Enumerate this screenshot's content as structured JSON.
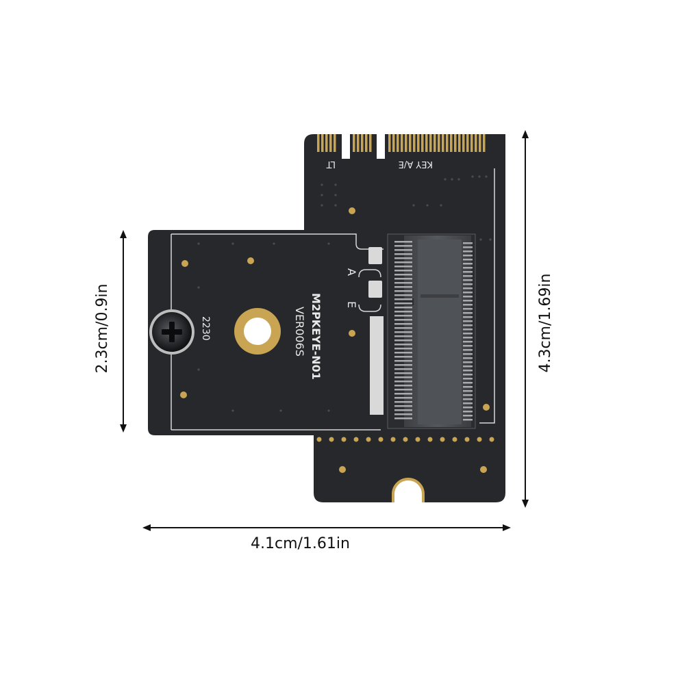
{
  "dimensions": {
    "width_label": "4.1cm/1.61in",
    "left_height_label": "2.3cm/0.9in",
    "right_height_label": "4.3cm/1.69in"
  },
  "board": {
    "key_label": "KEY A/E",
    "lt_label": "LT",
    "model_label": "M2PKEYE-N01",
    "version_label": "VER006S",
    "size_label": "2230",
    "slot_label_a": "A",
    "slot_label_e": "E"
  },
  "colors": {
    "board": "#26282c",
    "gold": "#c9a452",
    "silk": "#e9e9e9",
    "connector": "#4b4d51"
  }
}
